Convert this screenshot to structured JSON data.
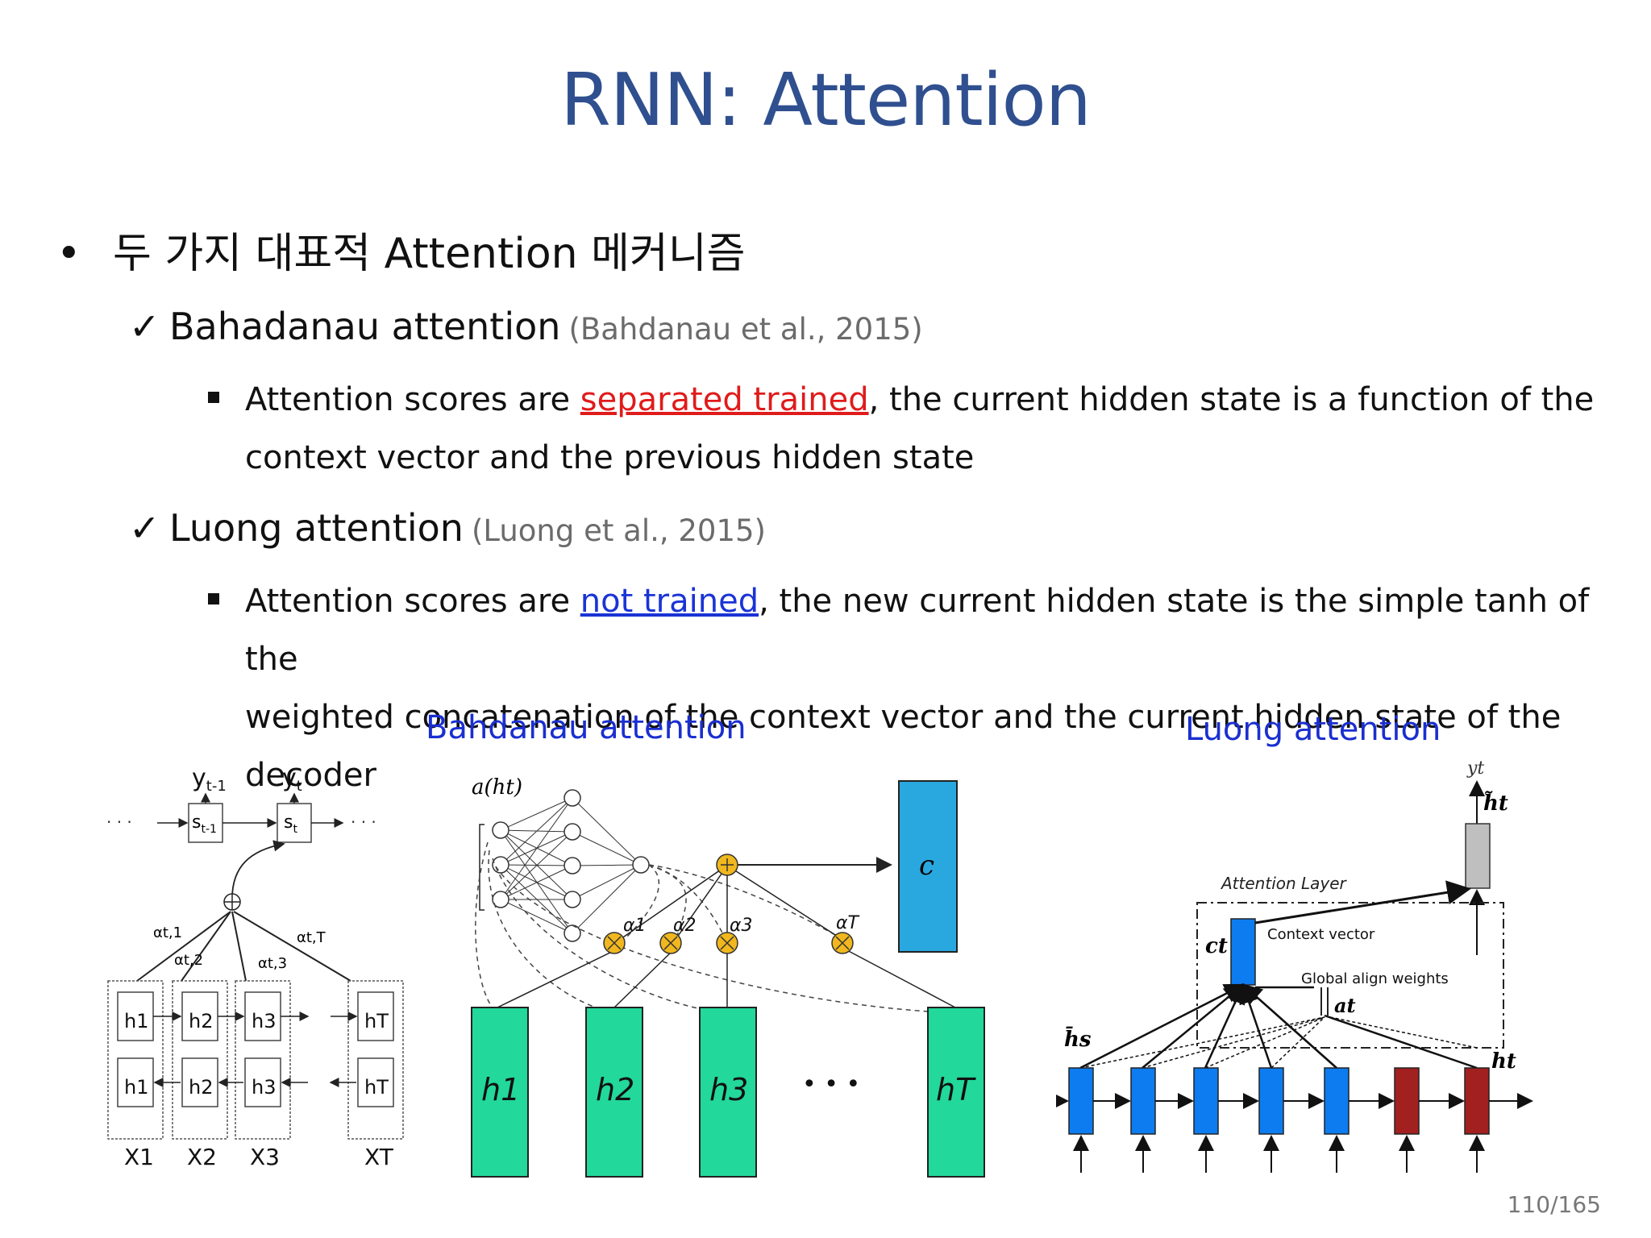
{
  "title": "RNN: Attention",
  "bullet_main": "두 가지 대표적 Attention 메커니즘",
  "items": [
    {
      "name": "Bahadanau attention",
      "citation": "(Bahdanau et al., 2015)",
      "desc_pre": "Attention scores are ",
      "desc_highlight": "separated trained",
      "desc_post_line1": ", the current hidden state is a function of the",
      "desc_line2": "context vector and the previous hidden state"
    },
    {
      "name": "Luong attention",
      "citation": "(Luong et al., 2015)",
      "desc_pre": "Attention scores are ",
      "desc_highlight": "not trained",
      "desc_post_line1": ", the new current hidden state is the simple tanh of the",
      "desc_line2": "weighted concatenation of the context vector and the current hidden state of the decoder"
    }
  ],
  "figures": {
    "bahdanau_caption": "Bahdanau attention",
    "luong_caption": "Luong attention",
    "left": {
      "y_prev": "y",
      "y_prev_sub": "t-1",
      "y_cur": "y",
      "y_cur_sub": "t",
      "s_prev": "s",
      "s_prev_sub": "t-1",
      "s_cur": "s",
      "s_cur_sub": "t",
      "alphas": [
        "αt,1",
        "αt,2",
        "αt,3",
        "αt,T"
      ],
      "x": [
        "X1",
        "X2",
        "X3",
        "XT"
      ],
      "h_forward": [
        "h1",
        "h2",
        "h3",
        "hT"
      ],
      "h_backward": [
        "h1",
        "h2",
        "h3",
        "hT"
      ],
      "ellipsis": "· · ·"
    },
    "middle": {
      "a_label": "a(ht)",
      "c_label": "c",
      "alphas": [
        "α1",
        "α2",
        "α3",
        "αT"
      ],
      "h": [
        "h1",
        "h2",
        "h3",
        "hT"
      ],
      "dots": "• • •"
    },
    "right": {
      "y": "yt",
      "h_tilde": "h̃t",
      "attention_layer": "Attention Layer",
      "context_vector": "Context vector",
      "c_t": "ct",
      "global_align": "Global align weights",
      "a_t": "at",
      "h_s": "h̄s",
      "h_t": "ht"
    }
  },
  "page_number": "110/165",
  "colors": {
    "title": "#2f4f8f",
    "red_highlight": "#e01b1b",
    "blue_highlight": "#1a34d6",
    "teal_box": "#22d89a",
    "c_box": "#29a8e0",
    "blue_cell": "#0d7cf0",
    "dark_red_cell": "#a32020",
    "gray_cell": "#bfbfbf",
    "node_yellow": "#f0b71e"
  }
}
